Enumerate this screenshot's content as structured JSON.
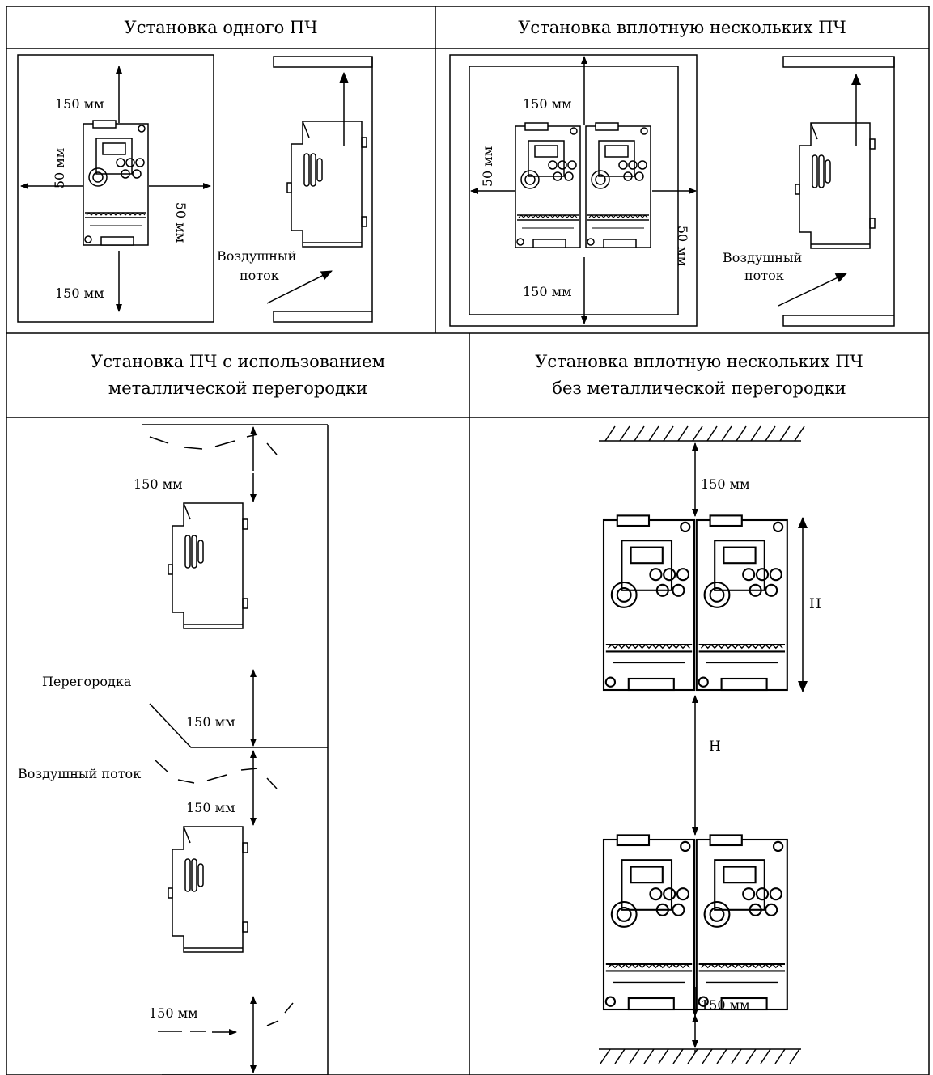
{
  "headers": {
    "single": "Установка одного ПЧ",
    "adjacent": "Установка вплотную нескольких ПЧ",
    "with_partition": "Установка ПЧ с использованием\nметаллической перегородки",
    "without_partition": "Установка вплотную нескольких ПЧ\nбез металлической перегородки"
  },
  "labels": {
    "mm150": "150 мм",
    "mm50": "50 мм",
    "airflow_line1": "Воздушный",
    "airflow_line2": "поток",
    "airflow": "Воздушный поток",
    "partition": "Перегородка",
    "height": "H"
  },
  "colors": {
    "ink": "#000000",
    "background": "#ffffff"
  }
}
